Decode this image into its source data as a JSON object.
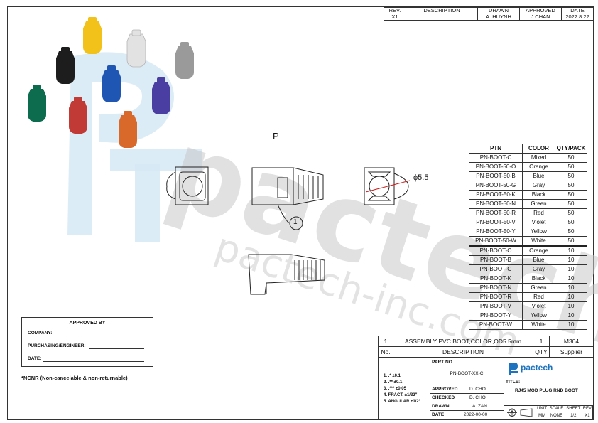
{
  "revision_table": {
    "headers": [
      "REV.",
      "DESCRIPTION",
      "DRAWN",
      "APPROVED",
      "DATE"
    ],
    "row": [
      "X1",
      "",
      "A. HUYNH",
      "J.CHAN",
      "2022.8.22"
    ]
  },
  "watermark": {
    "brand": "pactech",
    "url": "pactech-inc.com"
  },
  "boot_colors": {
    "yellow": "#f2c21a",
    "white": "#e8e8e8",
    "black": "#1d1d1d",
    "gray": "#9a9a9a",
    "blue": "#1f56b4",
    "violet": "#4a3ea3",
    "green": "#0d6b4e",
    "red": "#c23a35",
    "orange": "#d9692a"
  },
  "drawing": {
    "label_p": "P",
    "callout_1": "1",
    "dimension": "ϕ5.5",
    "dimension_color": "#d11919"
  },
  "ptn_table": {
    "headers": [
      "PTN",
      "COLOR",
      "QTY/PACK"
    ],
    "rows": [
      [
        "PN-BOOT-C",
        "Mixed",
        "50"
      ],
      [
        "PN-BOOT-50-O",
        "Orange",
        "50"
      ],
      [
        "PN-BOOT-50-B",
        "Blue",
        "50"
      ],
      [
        "PN-BOOT-50-G",
        "Gray",
        "50"
      ],
      [
        "PN-BOOT-50-K",
        "Black",
        "50"
      ],
      [
        "PN-BOOT-50-N",
        "Green",
        "50"
      ],
      [
        "PN-BOOT-50-R",
        "Red",
        "50"
      ],
      [
        "PN-BOOT-50-V",
        "Violet",
        "50"
      ],
      [
        "PN-BOOT-50-Y",
        "Yellow",
        "50"
      ],
      [
        "PN-BOOT-50-W",
        "White",
        "50"
      ],
      [
        "PN-BOOT-O",
        "Orange",
        "10"
      ],
      [
        "PN-BOOT-B",
        "Blue",
        "10"
      ],
      [
        "PN-BOOT-G",
        "Gray",
        "10"
      ],
      [
        "PN-BOOT-K",
        "Black",
        "10"
      ],
      [
        "PN-BOOT-N",
        "Green",
        "10"
      ],
      [
        "PN-BOOT-R",
        "Red",
        "10"
      ],
      [
        "PN-BOOT-V",
        "Violet",
        "10"
      ],
      [
        "PN-BOOT-Y",
        "Yellow",
        "10"
      ],
      [
        "PN-BOOT-W",
        "White",
        "10"
      ]
    ]
  },
  "approval_box": {
    "title": "APPROVED BY",
    "company": "COMPANY:",
    "purchasing": "PURCHASING/ENGINEER:",
    "date": "DATE:"
  },
  "note": "*NCNR (Non-cancelable & non-returnable)",
  "bom": {
    "row": [
      "1",
      "ASSEMBLY PVC BOOT,COLOR,OD5.5mm",
      "1",
      "M304"
    ],
    "headers": [
      "No.",
      "DESCRIPTION",
      "QTY",
      "Supplier"
    ]
  },
  "tolerances": [
    "1.  .*  ±0.1",
    "2.  .**  ±0.1",
    "3.  .***  ±0.05",
    "4.  FRACT. ±1/32\"",
    "5.  ANGULAR ±1/2°"
  ],
  "title_block": {
    "part_no_label": "PART NO.",
    "part_no": "PN-BOOT-XX-C",
    "approved_label": "APPROVED",
    "approved": "D. CHOI",
    "checked_label": "CHECKED",
    "checked": "D. CHOI",
    "drawn_label": "DRAWN",
    "drawn": "A. ZAN",
    "date_label": "DATE",
    "date": "2022-00-00",
    "logo_text": "pactech",
    "logo_color": "#1e73be",
    "title_label": "TITLE:",
    "title": "RJ45 MOD PLUG RND BOOT",
    "footer_headers": [
      "UNIT",
      "SCALE",
      "SHEET",
      "REV"
    ],
    "footer_values": [
      "MM",
      "NONE",
      "1/2",
      "X1"
    ]
  }
}
